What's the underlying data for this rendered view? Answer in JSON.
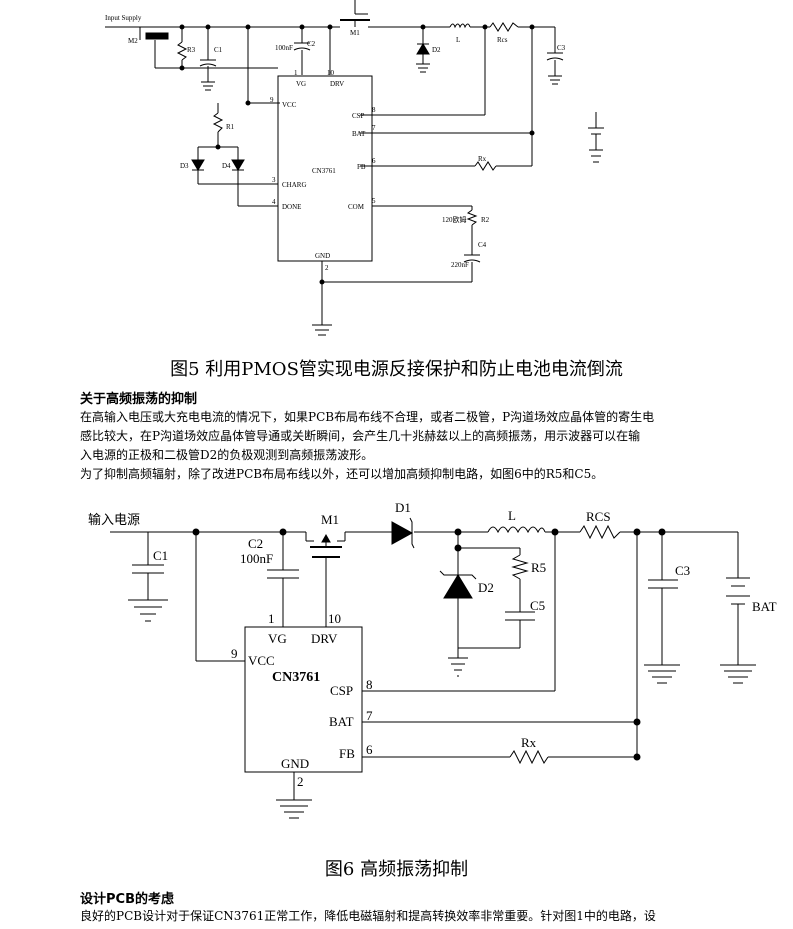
{
  "fig5": {
    "labels": {
      "input_supply": "Input Supply",
      "m2": "M2",
      "r3": "R3",
      "c1": "C1",
      "c2_value": "100nF",
      "c2": "C2",
      "m1": "M1",
      "d2": "D2",
      "l": "L",
      "rcs": "Rcs",
      "c3": "C3",
      "r1": "R1",
      "d3": "D3",
      "d4": "D4",
      "rx": "Rx",
      "r2_value": "120欧姆",
      "r2": "R2",
      "c4": "C4",
      "c4_value": "220nF"
    },
    "chip": {
      "name": "CN3761",
      "vg": "VG",
      "drv": "DRV",
      "vcc": "VCC",
      "csp": "CSP",
      "bat": "BAT",
      "fb": "FB",
      "charg": "CHARG",
      "done": "DONE",
      "com": "COM",
      "gnd": "GND",
      "pin1": "1",
      "pin10": "10",
      "pin9": "9",
      "pin8": "8",
      "pin7": "7",
      "pin6": "6",
      "pin3": "3",
      "pin4": "4",
      "pin5": "5",
      "pin2": "2"
    },
    "caption": "图5 利用PMOS管实现电源反接保护和防止电池电流倒流"
  },
  "section1": {
    "title": "关于高频振荡的抑制",
    "paragraph1_lines": [
      "在高输入电压或大充电电流的情况下，如果PCB布局布线不合理，或者二极管，P沟道场效应晶体管的寄生电",
      "感比较大，在P沟道场效应晶体管导通或关断瞬间，会产生几十兆赫兹以上的高频振荡，用示波器可以在输",
      "入电源的正极和二极管D2的负极观测到高频振荡波形。"
    ],
    "paragraph2": "为了抑制高频辐射，除了改进PCB布局布线以外，还可以增加高频抑制电路，如图6中的R5和C5。"
  },
  "fig6": {
    "labels": {
      "input": "输入电源",
      "c1": "C1",
      "c2": "C2",
      "c2_value": "100nF",
      "m1": "M1",
      "d1": "D1",
      "l": "L",
      "rcs": "RCS",
      "r5": "R5",
      "d2": "D2",
      "c5": "C5",
      "c3": "C3",
      "bat": "BAT",
      "rx": "Rx"
    },
    "chip": {
      "name": "CN3761",
      "vg": "VG",
      "drv": "DRV",
      "vcc": "VCC",
      "csp": "CSP",
      "bat": "BAT",
      "fb": "FB",
      "gnd": "GND",
      "pin1": "1",
      "pin10": "10",
      "pin9": "9",
      "pin8": "8",
      "pin7": "7",
      "pin6": "6",
      "pin2": "2"
    },
    "caption": "图6 高频振荡抑制"
  },
  "section2": {
    "title": "设计PCB的考虑",
    "paragraph": "良好的PCB设计对于保证CN3761正常工作，降低电磁辐射和提高转换效率非常重要。针对图1中的电路，设"
  }
}
